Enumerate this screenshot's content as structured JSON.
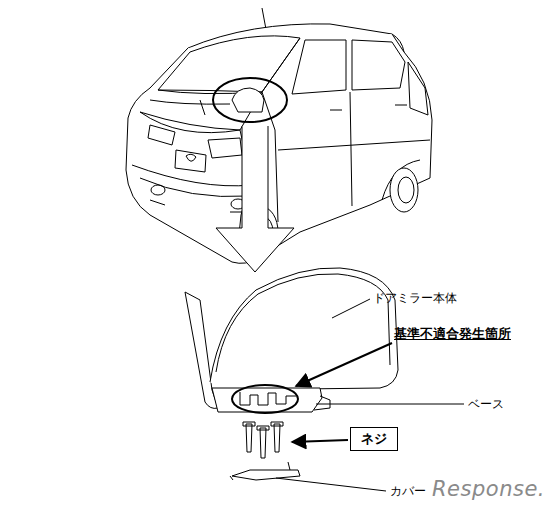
{
  "diagram": {
    "nodes": [
      {
        "text": [
          "ネジ"
        ]
      }
    ],
    "labels": [
      "ドアミラー本体",
      "基準不適合発生箇所",
      "ベース",
      "カバー",
      "Response."
    ]
  }
}
